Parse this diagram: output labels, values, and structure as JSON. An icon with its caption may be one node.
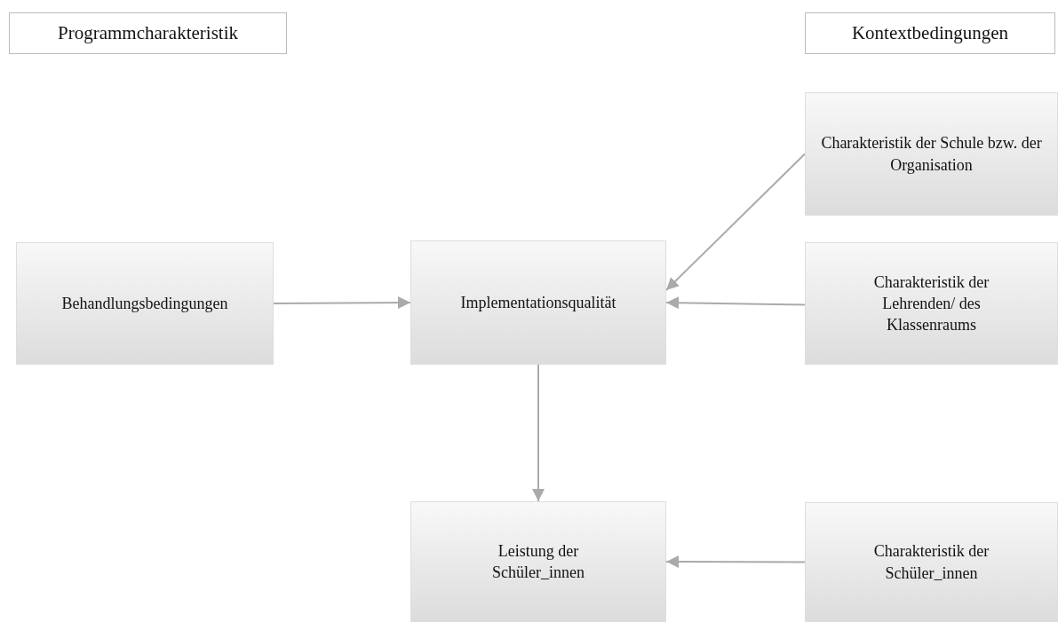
{
  "diagram": {
    "nodes": [
      {
        "text": [
          "Programmcharakteristik"
        ]
      },
      {
        "text": [
          "Kontextbedingungen"
        ]
      },
      {
        "text": [
          "Behandlungsbedingungen"
        ]
      },
      {
        "text": [
          "Implementationsqualität"
        ]
      },
      {
        "text": [
          "Charakteristik der Schule bzw. der Organisation"
        ]
      },
      {
        "text": [
          "Charakteristik der Lehrenden/ des Klassenraums"
        ]
      },
      {
        "text": [
          "Leistung der Schüler_innen"
        ]
      },
      {
        "text": [
          "Charakteristik der Schüler_innen"
        ]
      }
    ],
    "edges": [
      {
        "from": 2,
        "to": 3,
        "arrow": "to"
      },
      {
        "from": 4,
        "to": 3,
        "arrow": "to"
      },
      {
        "from": 5,
        "to": 3,
        "arrow": "to"
      },
      {
        "from": 3,
        "to": 6,
        "arrow": "to"
      },
      {
        "from": 7,
        "to": 6,
        "arrow": "to"
      }
    ]
  }
}
